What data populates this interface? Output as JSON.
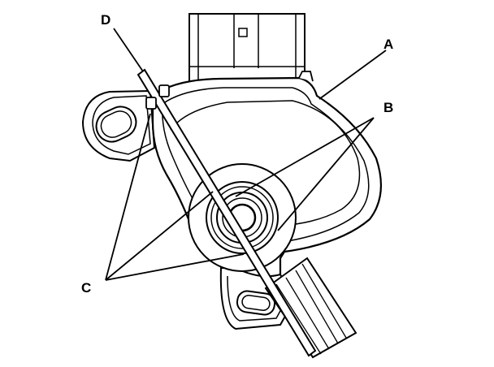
{
  "diagram": {
    "labels": {
      "a": "A",
      "b": "B",
      "c": "C",
      "d": "D"
    },
    "colors": {
      "line": "#000000",
      "fill": "#ffffff"
    }
  }
}
